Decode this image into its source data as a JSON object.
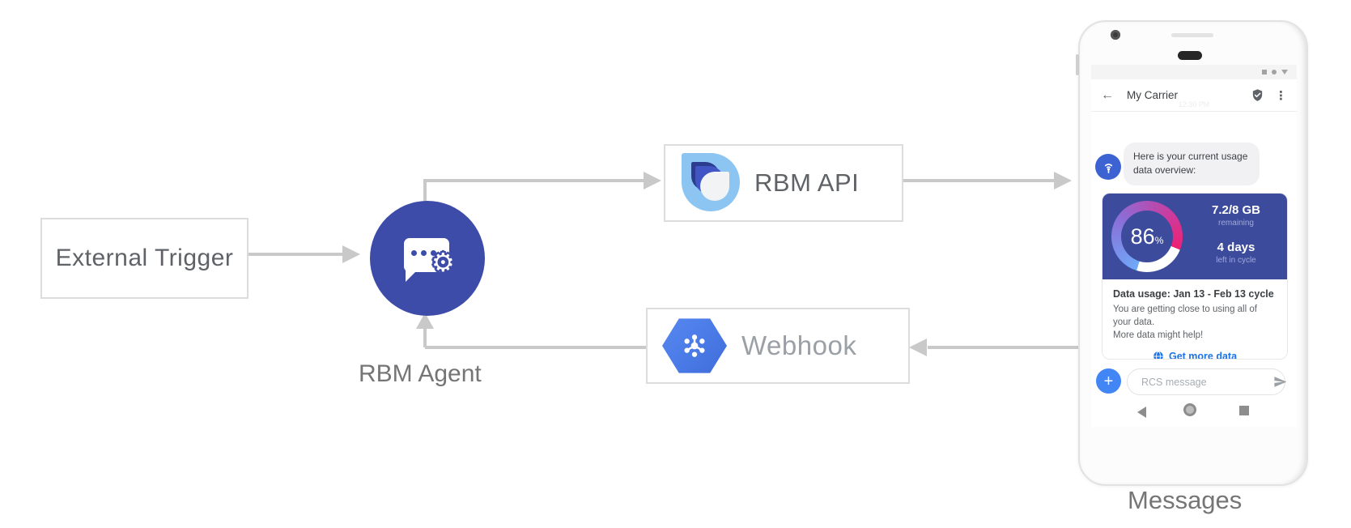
{
  "diagram": {
    "external_trigger_label": "External Trigger",
    "rbm_agent_label": "RBM Agent",
    "rbm_api_label": "RBM API",
    "webhook_label": "Webhook",
    "messages_caption": "Messages",
    "icons": {
      "agent": "chat-bubble-with-gear",
      "agent_gear_glyph": "⚙",
      "rbm_api": "rcs-drop-logo",
      "webhook": "cloud-hexagon-hub"
    },
    "colors": {
      "arrow": "#c9c9c9",
      "agent_circle": "#3e4ca9",
      "webhook_hex": "#4a7ae6",
      "api_logo_light": "#8cc5f2"
    }
  },
  "phone": {
    "status_icons": [
      "square",
      "dot",
      "triangle-down"
    ],
    "header": {
      "back_glyph": "←",
      "title": "My Carrier",
      "verified_icon": "shield-check",
      "menu_glyph": "⋮"
    },
    "timestamp": "12:30 PM",
    "chat": {
      "avatar_icon": "broadcast-antenna",
      "message": "Here is your current usage data overview:",
      "card": {
        "percent": "86",
        "percent_sign": "%",
        "remaining_value": "7.2/8 GB",
        "remaining_label": "remaining",
        "days_value": "4 days",
        "days_label": "left in cycle",
        "usage_title": "Data usage: Jan 13 - Feb 13 cycle",
        "usage_line1": "You are getting close to using all of your data.",
        "usage_line2": "More data might help!",
        "action_label": "Get more data",
        "action_icon": "globe",
        "colors": {
          "card_bg": "#3d4b9c",
          "gauge_start": "#6fa9f8",
          "gauge_mid": "#8a6fd8",
          "gauge_end": "#ee2173",
          "link": "#1a73e8"
        }
      }
    },
    "compose": {
      "plus_glyph": "+",
      "placeholder": "RCS message",
      "send_icon": "send-arrow"
    },
    "nav_icons": [
      "back-triangle",
      "home-circle",
      "recents-square"
    ]
  }
}
